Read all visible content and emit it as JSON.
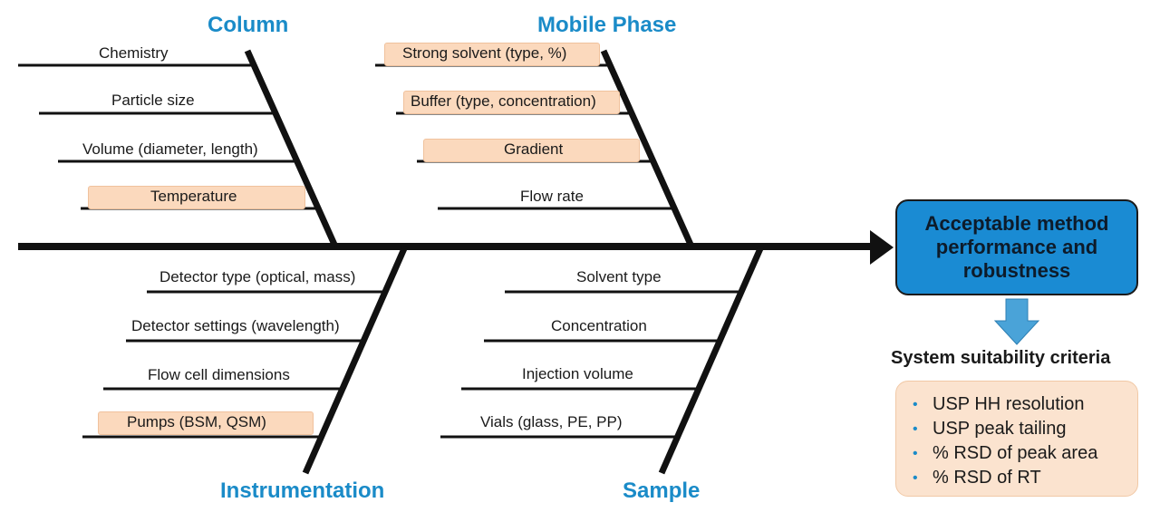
{
  "categories": {
    "column": "Column",
    "mobile_phase": "Mobile Phase",
    "instrumentation": "Instrumentation",
    "sample": "Sample"
  },
  "causes": {
    "column": [
      "Chemistry",
      "Particle size",
      "Volume (diameter, length)",
      "Temperature"
    ],
    "mobile_phase": [
      "Strong solvent (type, %)",
      "Buffer (type, concentration)",
      "Gradient",
      "Flow rate"
    ],
    "instrumentation": [
      "Detector type (optical, mass)",
      "Detector settings (wavelength)",
      "Flow cell dimensions",
      "Pumps (BSM, QSM)"
    ],
    "sample": [
      "Solvent type",
      "Concentration",
      "Injection volume",
      "Vials (glass, PE, PP)"
    ]
  },
  "outcome": "Acceptable method performance and robustness",
  "system_suitability": {
    "title": "System suitability criteria",
    "items": [
      "USP HH resolution",
      "USP peak tailing",
      "% RSD of peak area",
      "% RSD of RT"
    ]
  },
  "colors": {
    "category_text": "#1a8bc8",
    "highlight_fill": "#fbd9bd",
    "outcome_fill": "#1a8bd3",
    "down_arrow": "#4aa3d8",
    "criteria_fill": "#fbe3cf"
  }
}
